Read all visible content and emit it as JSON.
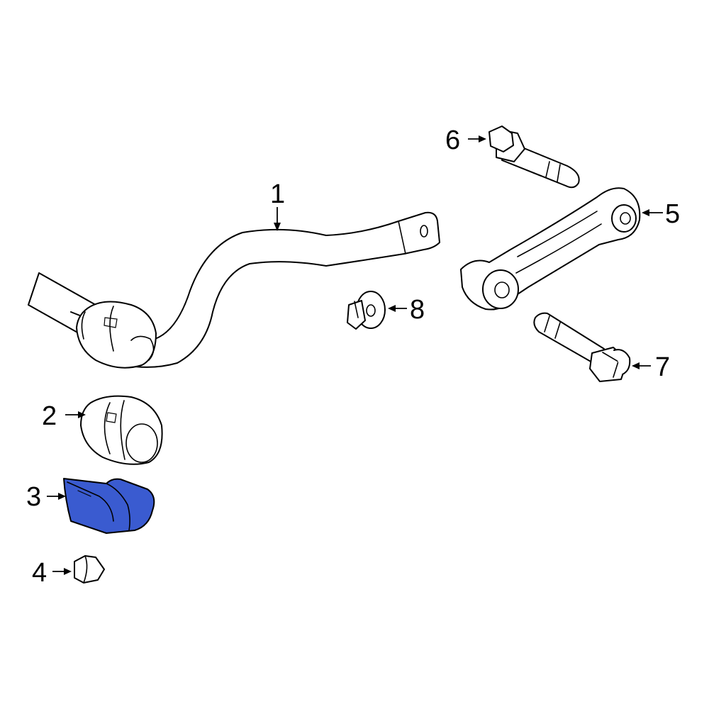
{
  "diagram": {
    "highlight_color": "#3a5bd0",
    "callouts": [
      {
        "id": "1",
        "text": "1"
      },
      {
        "id": "2",
        "text": "2"
      },
      {
        "id": "3",
        "text": "3"
      },
      {
        "id": "4",
        "text": "4"
      },
      {
        "id": "5",
        "text": "5"
      },
      {
        "id": "6",
        "text": "6"
      },
      {
        "id": "7",
        "text": "7"
      },
      {
        "id": "8",
        "text": "8"
      }
    ]
  }
}
